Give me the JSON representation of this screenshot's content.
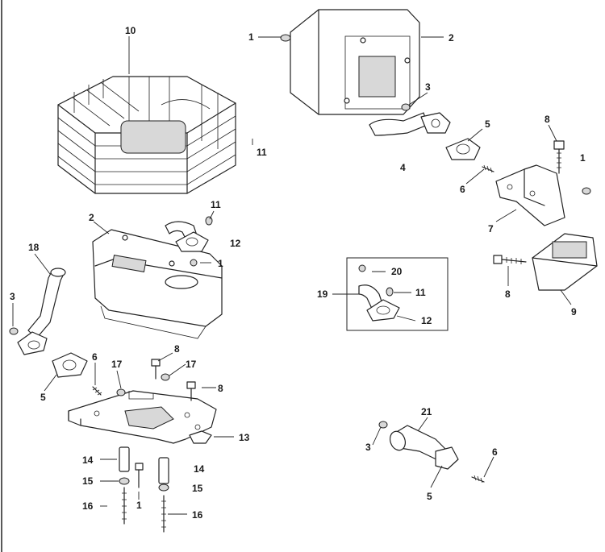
{
  "diagram": {
    "labels": {
      "l_10": "10",
      "l_1_top": "1",
      "l_2_top": "2",
      "l_3_top": "3",
      "l_11_cage": "11",
      "l_5_mid": "5",
      "l_4": "4",
      "l_8_top": "8",
      "l_1_right": "1",
      "l_6_mid": "6",
      "l_7": "7",
      "l_11_left": "11",
      "l_2_left": "2",
      "l_12_left": "12",
      "l_1_left": "1",
      "l_18": "18",
      "l_20": "20",
      "l_19": "19",
      "l_11_box": "11",
      "l_12_box": "12",
      "l_8_mid": "8",
      "l_9": "9",
      "l_3_left": "3",
      "l_5_left": "5",
      "l_6_left": "6",
      "l_17_a": "17",
      "l_8_low_a": "8",
      "l_17_b": "17",
      "l_8_low_b": "8",
      "l_13": "13",
      "l_14_a": "14",
      "l_14_b": "14",
      "l_15_a": "15",
      "l_15_b": "15",
      "l_1_bottom": "1",
      "l_16_a": "16",
      "l_16_b": "16",
      "l_21": "21",
      "l_3_bottom": "3",
      "l_6_bottom": "6",
      "l_5_bottom": "5"
    }
  }
}
